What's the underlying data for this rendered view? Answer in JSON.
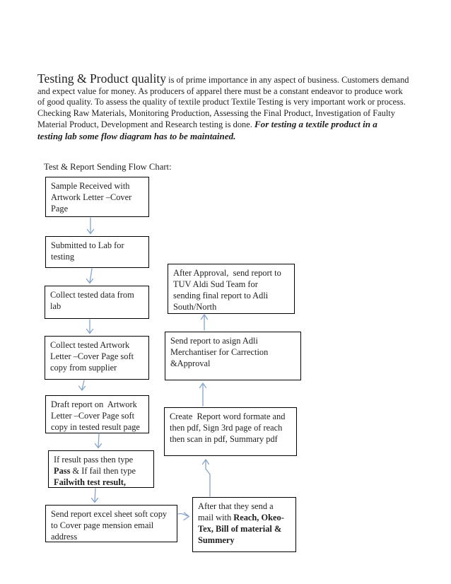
{
  "page": {
    "background": "#ffffff",
    "text_color": "#1f1f1f"
  },
  "intro": {
    "line1_title": "Testing & Product quality",
    "line1_rest": " is of prime importance in any aspect of business. Customers demand",
    "line2": "and expect value for money. As producers of apparel there must be a constant endeavor to produce work",
    "line3": "of good quality. To assess the quality of textile product Textile Testing is very important work or process.",
    "line4": "Checking Raw Materials, Monitoring Production, Assessing the Final Product, Investigation of Faulty",
    "line5_normal": "Material Product, Development and Research testing is done. ",
    "line5_em": "For testing a textile product in a",
    "line6_em": "testing lab some flow diagram has to be maintained."
  },
  "flowchart": {
    "label": "Test & Report Sending Flow Chart:",
    "arrow_color": "#86a3cc",
    "box_border_color": "#000000",
    "boxes": {
      "sample_received": "Sample Received with\nArtwork Letter –Cover\nPage",
      "submitted_lab": "Submitted to Lab for\ntesting",
      "collect_data": "Collect tested data from\nlab",
      "collect_artwork": "Collect tested Artwork\nLetter –Cover Page soft\ncopy from supplier",
      "draft_report": "Draft report on  Artwork\nLetter –Cover Page soft\ncopy in tested result page",
      "result_pass": {
        "pre": "If result pass then type\n",
        "bold1": "Pass",
        "mid": " & If fail then type\n",
        "bold2": "Failwith test result,"
      },
      "send_excel": "Send report excel sheet soft copy\nto Cover page mension email\naddress",
      "after_approval": "After Approval,  send report to\nTUV Aldi Sud Team for\nsending final report to Adli\nSouth/North",
      "send_merchandiser": "Send report to asign Adli\nMerchantiser for Carrection\n&Approval",
      "create_report": "Create  Report word formate and\nthen pdf, Sign 3rd page of reach\nthen scan in pdf, Summary pdf",
      "send_mail": {
        "pre": "After that they send a\nmail with ",
        "bold1": "Reach, Okeo-\nTex, Bill of material &\nSummery"
      }
    },
    "connections": [
      {
        "from": "sample_received",
        "to": "submitted_lab",
        "direction": "down"
      },
      {
        "from": "submitted_lab",
        "to": "collect_data",
        "direction": "down"
      },
      {
        "from": "collect_data",
        "to": "collect_artwork",
        "direction": "down"
      },
      {
        "from": "collect_artwork",
        "to": "draft_report",
        "direction": "down"
      },
      {
        "from": "draft_report",
        "to": "result_pass",
        "direction": "down"
      },
      {
        "from": "result_pass",
        "to": "send_excel",
        "direction": "down"
      },
      {
        "from": "send_excel",
        "to": "send_mail",
        "direction": "right"
      },
      {
        "from": "send_mail",
        "to": "create_report",
        "direction": "up"
      },
      {
        "from": "create_report",
        "to": "send_merchandiser",
        "direction": "up"
      },
      {
        "from": "send_merchandiser",
        "to": "after_approval",
        "direction": "up"
      }
    ]
  }
}
